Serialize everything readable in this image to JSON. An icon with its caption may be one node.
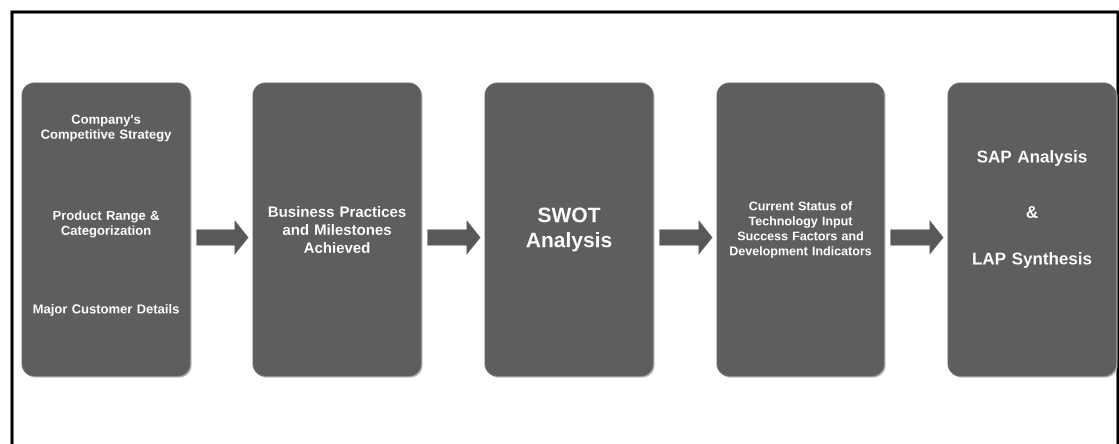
{
  "diagram": {
    "nodes": [
      {
        "text": [
          "Company's Competitive Strategy",
          "Product Range & Categorization",
          "Major Customer Details"
        ]
      },
      {
        "text": [
          "Business Practices and Milestones Achieved"
        ]
      },
      {
        "text": [
          "SWOT Analysis"
        ]
      },
      {
        "text": [
          "Current Status of Technology Input Success Factors and Development Indicators"
        ]
      },
      {
        "text": [
          "SAP Analysis",
          "&",
          "LAP Synthesis"
        ]
      }
    ],
    "edges": [
      {
        "from": 0,
        "to": 1,
        "arrow": "to"
      },
      {
        "from": 1,
        "to": 2,
        "arrow": "to"
      },
      {
        "from": 2,
        "to": 3,
        "arrow": "to"
      },
      {
        "from": 3,
        "to": 4,
        "arrow": "to"
      }
    ]
  }
}
